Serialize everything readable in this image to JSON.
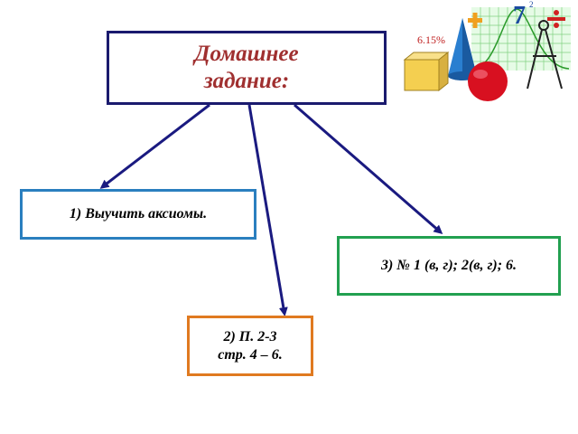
{
  "title": "Домашнее\nзадание:",
  "tasks": {
    "task1": "1) Выучить  аксиомы.",
    "task2": "2) П. 2-3\nстр. 4 – 6.",
    "task3": "3) № 1 (в, г); 2(в, г); 6."
  },
  "clipart": {
    "percent_label": "6.15%",
    "number_label": "7",
    "superscript_label": "2"
  },
  "colors": {
    "arrow": "#1a1a80",
    "title_text": "#a03030",
    "title_border": "#1a1a6e",
    "task1_border": "#2a7fbf",
    "task2_border": "#e07a20",
    "task3_border": "#22a050"
  }
}
